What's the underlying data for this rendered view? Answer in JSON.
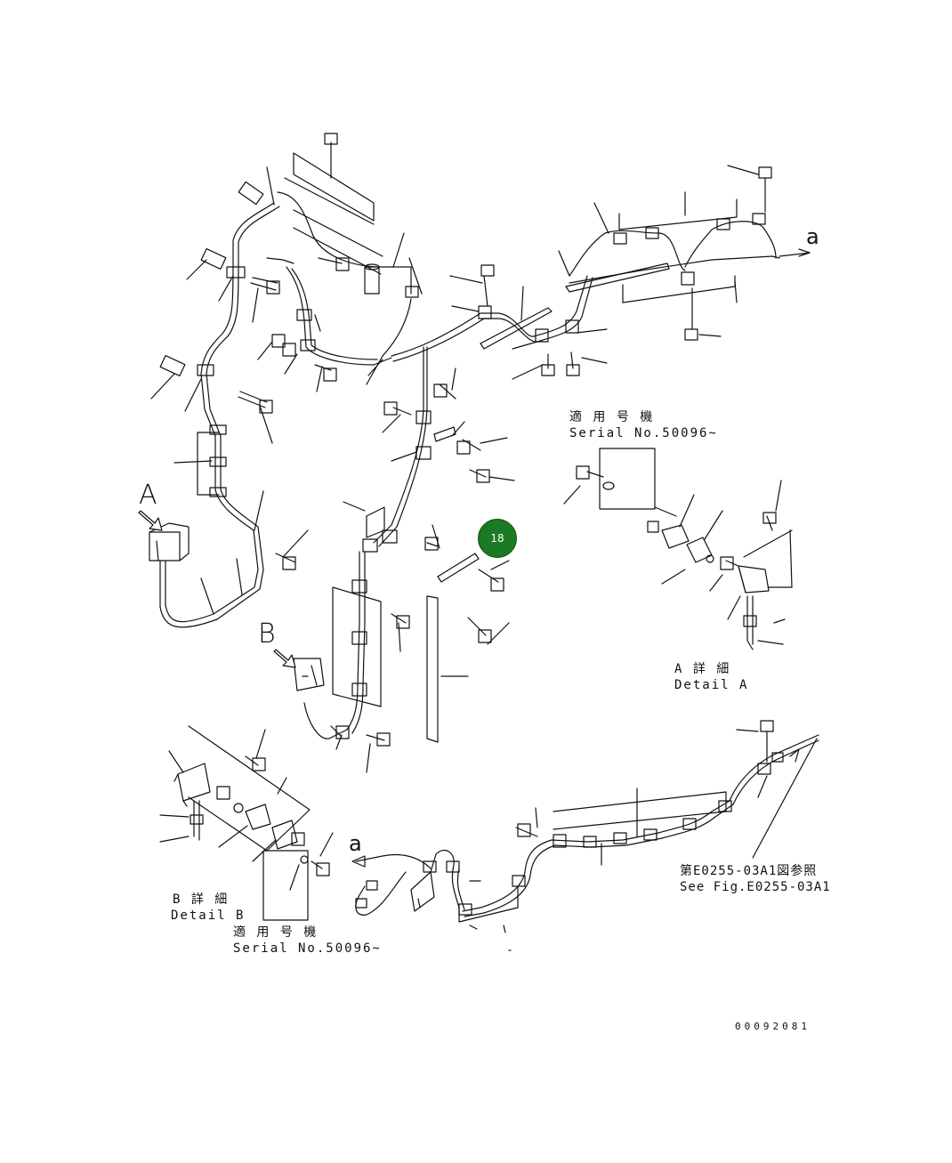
{
  "callout": {
    "number": "18",
    "color": "#1b7a23"
  },
  "views": {
    "a_marker": "A",
    "b_marker": "B",
    "arrow_a_upper": "a",
    "arrow_a_lower": "a"
  },
  "detail_a": {
    "jp": "A 詳 細",
    "en": "Detail A"
  },
  "detail_b": {
    "jp": "B 詳 細",
    "en": "Detail B"
  },
  "serial_upper": {
    "jp": "適 用 号 機",
    "en": "Serial No.50096~"
  },
  "serial_lower": {
    "jp": "適 用 号 機",
    "en": "Serial No.50096~"
  },
  "figure_ref": {
    "jp": "第E0255-03A1図参照",
    "en": "See Fig.E0255-03A1"
  },
  "document_number": "00092081"
}
